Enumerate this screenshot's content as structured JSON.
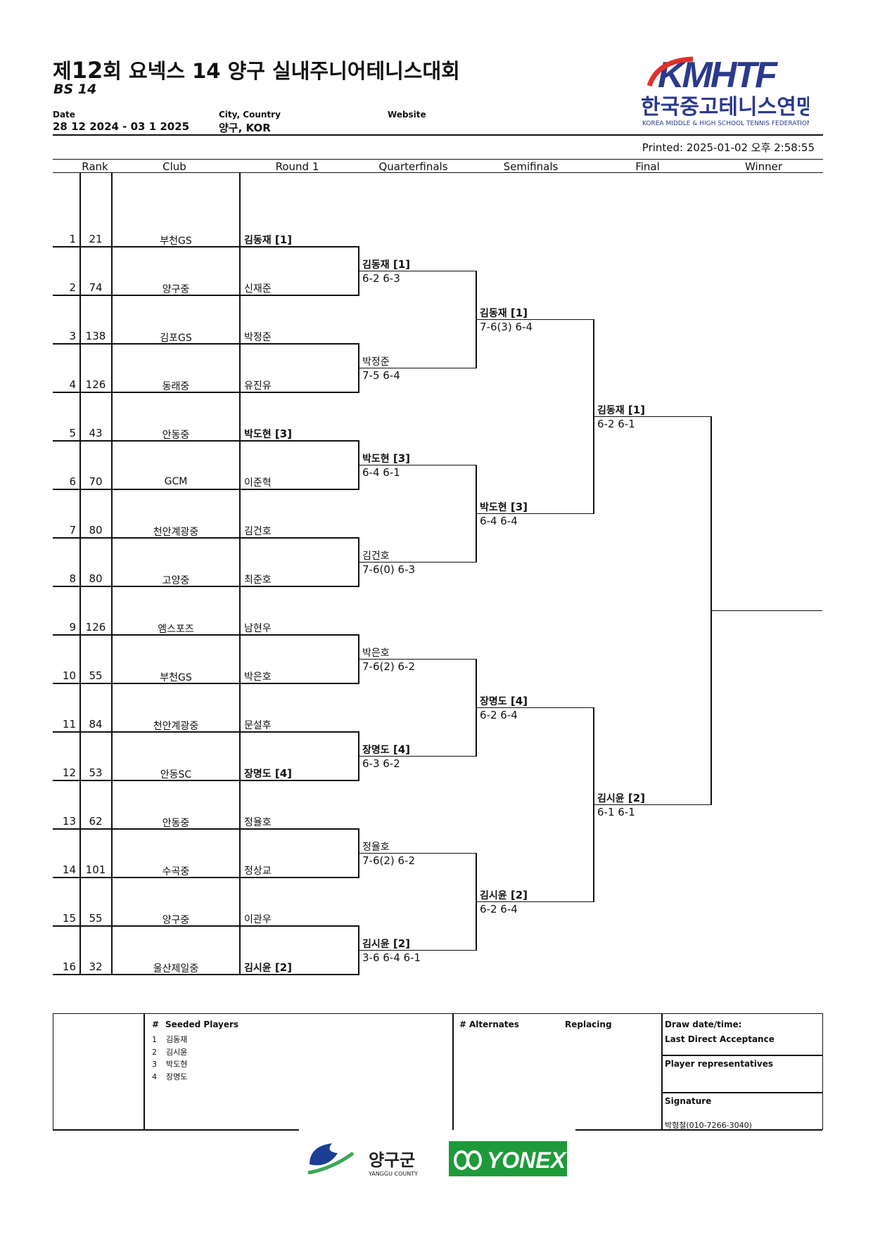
{
  "header": {
    "title_prefix": "제",
    "title_num": "12",
    "title_rest": "회 요넥스 14 양구 실내주니어테니스대회",
    "event_code": "BS 14",
    "date_label": "Date",
    "date_value": "28 12 2024 - 03 1 2025",
    "city_label": "City, Country",
    "city_value": "양구, KOR",
    "website_label": "Website",
    "printed": "Printed: 2025-01-02 오후 2:58:55"
  },
  "logo": {
    "letters": "KMHTF",
    "korean": "한국중고테니스연맹",
    "english": "KOREA MIDDLE & HIGH SCHOOL TENNIS FEDERATION",
    "accent": "#e0302a",
    "brand": "#2b3a8c"
  },
  "columns": {
    "rank": "Rank",
    "club": "Club",
    "round1": "Round 1",
    "qf": "Quarterfinals",
    "sf": "Semifinals",
    "final": "Final",
    "winner": "Winner"
  },
  "draw": [
    {
      "num": "1",
      "rank": "21",
      "club": "부천GS",
      "name": "김동재",
      "seed": "[1]"
    },
    {
      "num": "2",
      "rank": "74",
      "club": "양구중",
      "name": "신재준",
      "seed": ""
    },
    {
      "num": "3",
      "rank": "138",
      "club": "김포GS",
      "name": "박정준",
      "seed": ""
    },
    {
      "num": "4",
      "rank": "126",
      "club": "동래중",
      "name": "유진유",
      "seed": ""
    },
    {
      "num": "5",
      "rank": "43",
      "club": "안동중",
      "name": "박도현",
      "seed": "[3]"
    },
    {
      "num": "6",
      "rank": "70",
      "club": "GCM",
      "name": "이준혁",
      "seed": ""
    },
    {
      "num": "7",
      "rank": "80",
      "club": "천안계광중",
      "name": "김건호",
      "seed": ""
    },
    {
      "num": "8",
      "rank": "80",
      "club": "고양중",
      "name": "최준호",
      "seed": ""
    },
    {
      "num": "9",
      "rank": "126",
      "club": "엠스포즈",
      "name": "남현우",
      "seed": ""
    },
    {
      "num": "10",
      "rank": "55",
      "club": "부천GS",
      "name": "박은호",
      "seed": ""
    },
    {
      "num": "11",
      "rank": "84",
      "club": "천안계광중",
      "name": "문설후",
      "seed": ""
    },
    {
      "num": "12",
      "rank": "53",
      "club": "안동SC",
      "name": "장명도",
      "seed": "[4]"
    },
    {
      "num": "13",
      "rank": "62",
      "club": "안동중",
      "name": "정율호",
      "seed": ""
    },
    {
      "num": "14",
      "rank": "101",
      "club": "수곡중",
      "name": "정상교",
      "seed": ""
    },
    {
      "num": "15",
      "rank": "55",
      "club": "양구중",
      "name": "이관우",
      "seed": ""
    },
    {
      "num": "16",
      "rank": "32",
      "club": "울산제일중",
      "name": "김시윤",
      "seed": "[2]"
    }
  ],
  "qf": [
    {
      "name": "김동재",
      "seed": "[1]",
      "score": "6-2 6-3"
    },
    {
      "name": "박정준",
      "seed": "",
      "score": "7-5 6-4"
    },
    {
      "name": "박도현",
      "seed": "[3]",
      "score": "6-4 6-1"
    },
    {
      "name": "김건호",
      "seed": "",
      "score": "7-6(0) 6-3"
    },
    {
      "name": "박은호",
      "seed": "",
      "score": "7-6(2) 6-2"
    },
    {
      "name": "장명도",
      "seed": "[4]",
      "score": "6-3 6-2"
    },
    {
      "name": "정율호",
      "seed": "",
      "score": "7-6(2) 6-2"
    },
    {
      "name": "김시윤",
      "seed": "[2]",
      "score": "3-6 6-4 6-1"
    }
  ],
  "sf": [
    {
      "name": "김동재",
      "seed": "[1]",
      "score": "7-6(3) 6-4"
    },
    {
      "name": "박도현",
      "seed": "[3]",
      "score": "6-4 6-4"
    },
    {
      "name": "장명도",
      "seed": "[4]",
      "score": "6-2 6-4"
    },
    {
      "name": "김시윤",
      "seed": "[2]",
      "score": "6-2 6-4"
    }
  ],
  "final": [
    {
      "name": "김동재",
      "seed": "[1]",
      "score": "6-2 6-1"
    },
    {
      "name": "김시윤",
      "seed": "[2]",
      "score": "6-1 6-1"
    }
  ],
  "footer": {
    "seeded_hash": "#",
    "seeded_title": "Seeded Players",
    "seeded": [
      {
        "n": "1",
        "name": "김동재"
      },
      {
        "n": "2",
        "name": "김시윤"
      },
      {
        "n": "3",
        "name": "박도현"
      },
      {
        "n": "4",
        "name": "장명도"
      }
    ],
    "alt_hash": "#",
    "alternates_title": "Alternates",
    "replacing_title": "Replacing",
    "draw_date": "Draw date/time:",
    "last_direct": "Last Direct Acceptance",
    "player_reps": "Player representatives",
    "signature": "Signature",
    "signer": "박형철(010-7266-3040)"
  },
  "sponsors": {
    "yanggu_kr": "양구군",
    "yanggu_en": "YANGGU COUNTY",
    "yonex": "YONEX",
    "yonex_green": "#1e9a3a",
    "yanggu_blue": "#1c3f95"
  }
}
